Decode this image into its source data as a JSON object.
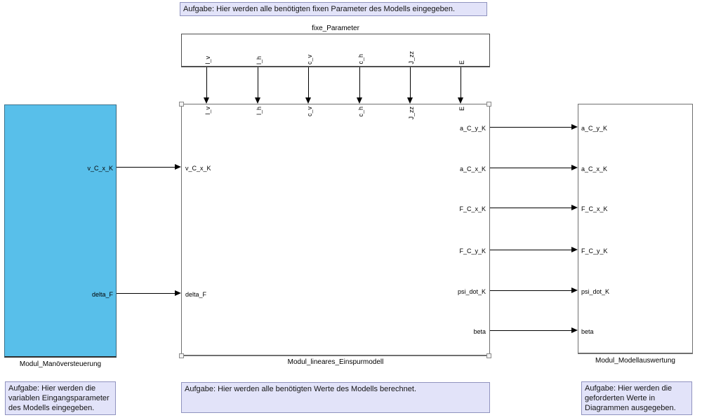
{
  "colors": {
    "module_fill": "#58bfea",
    "annotation_bg": "#e2e3f9",
    "annotation_border": "#9093bf",
    "line_color": "#000000"
  },
  "annotations": {
    "top": "Aufgabe: Hier werden alle benötigten fixen Parameter des Modells eingegeben.",
    "bottom_left": "Aufgabe: Hier werden die variablen Eingangsparameter des Modells eingegeben.",
    "bottom_center": "Aufgabe: Hier werden alle benötigten Werte des Modells berechnet.",
    "bottom_right": "Aufgabe: Hier werden die geforderten Werte in Diagrammen ausgegeben."
  },
  "blocks": {
    "fixe_parameter": {
      "label": "fixe_Parameter",
      "out_ports": [
        "l_v",
        "l_h",
        "c_v",
        "c_h",
        "J_zz",
        "E"
      ]
    },
    "manoeversteuerung": {
      "label": "Modul_Manöversteuerung",
      "out_ports": [
        "v_C_x_K",
        "delta_F"
      ]
    },
    "einspurmodell": {
      "label": "Modul_lineares_Einspurmodell",
      "top_in_ports": [
        "l_v",
        "l_h",
        "c_v",
        "c_h",
        "J_zz",
        "E"
      ],
      "left_in_ports": [
        "v_C_x_K",
        "delta_F"
      ],
      "out_ports": [
        "a_C_y_K",
        "a_C_x_K",
        "F_C_x_K",
        "F_C_y_K",
        "psi_dot_K",
        "beta"
      ]
    },
    "modellauswertung": {
      "label": "Modul_Modellauswertung",
      "in_ports": [
        "a_C_y_K",
        "a_C_x_K",
        "F_C_x_K",
        "F_C_y_K",
        "psi_dot_K",
        "beta"
      ]
    }
  }
}
